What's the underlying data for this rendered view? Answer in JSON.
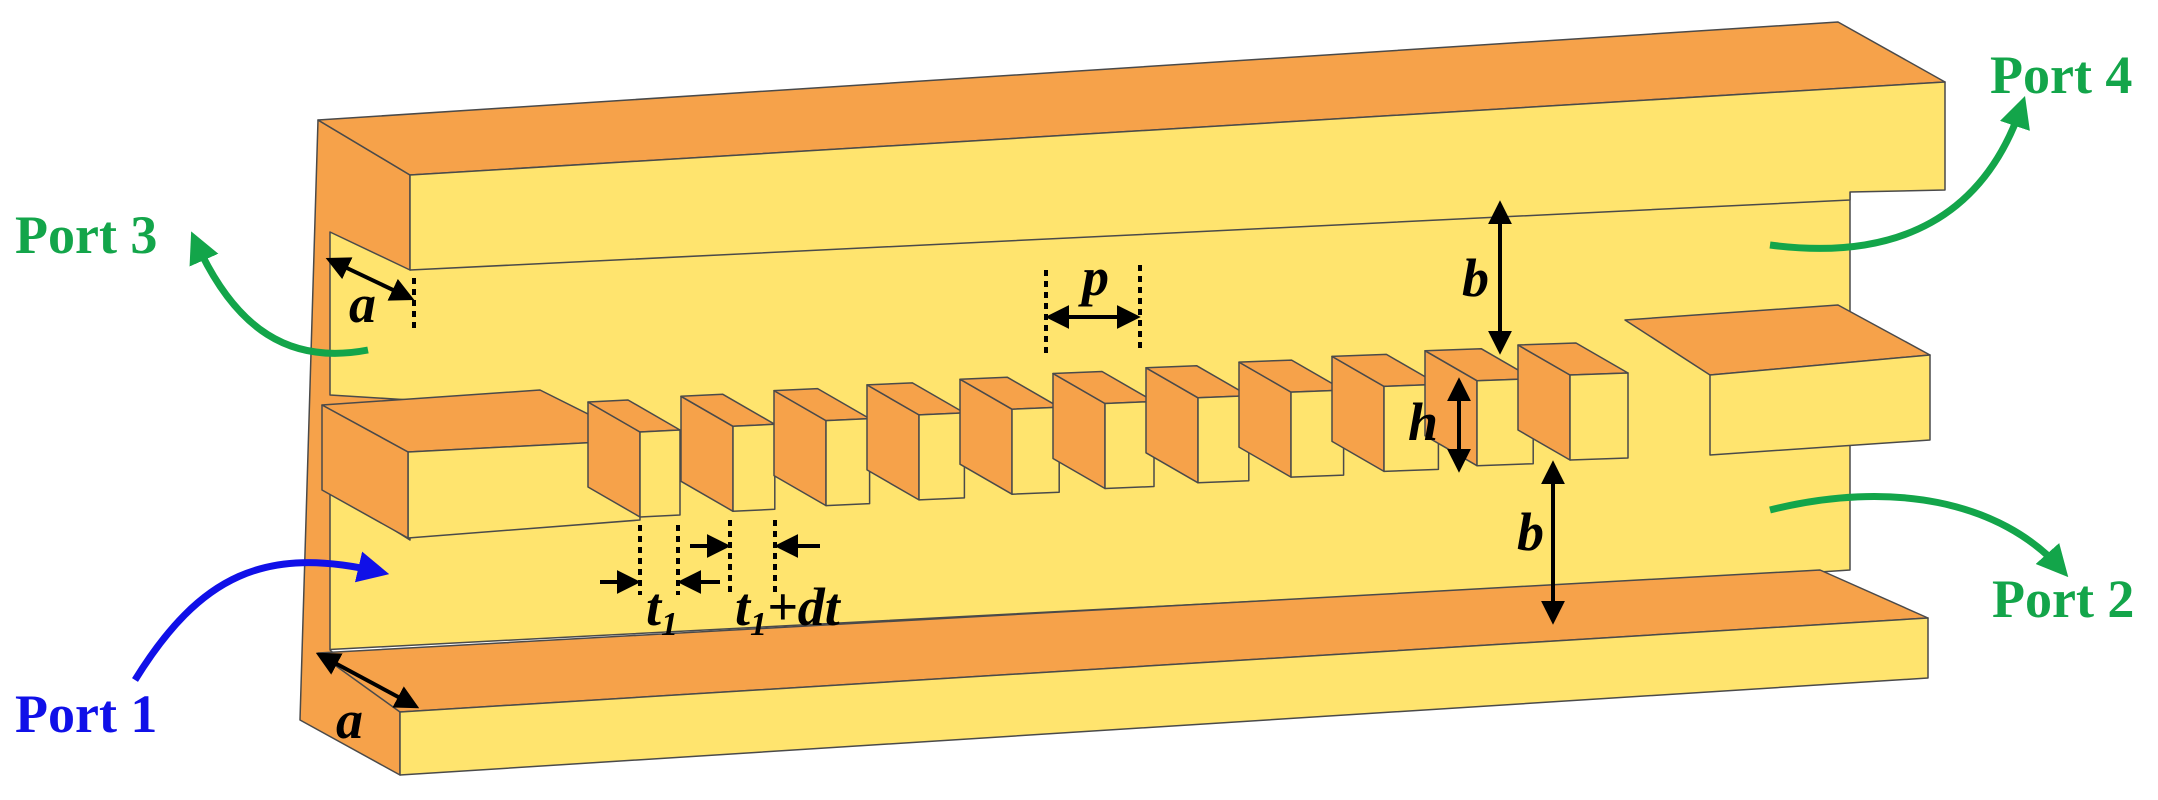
{
  "colors": {
    "light_face": "#FFE46E",
    "dark_face": "#F6A24A",
    "port_green": "#13A54A",
    "port_blue": "#1010E8",
    "dimension": "#000000"
  },
  "ports": {
    "port1": "Port 1",
    "port2": "Port 2",
    "port3": "Port 3",
    "port4": "Port 4"
  },
  "dimensions": {
    "a_top": "a",
    "a_bottom": "a",
    "b_top": "b",
    "b_bottom": "b",
    "p": "p",
    "h": "h",
    "t1_symbol": "t",
    "t1_subscript": "1",
    "t1dt_symbol": "t",
    "t1dt_subscript": "1",
    "t1dt_suffix": "+dt"
  },
  "corrugation": {
    "pin_count": 11
  }
}
